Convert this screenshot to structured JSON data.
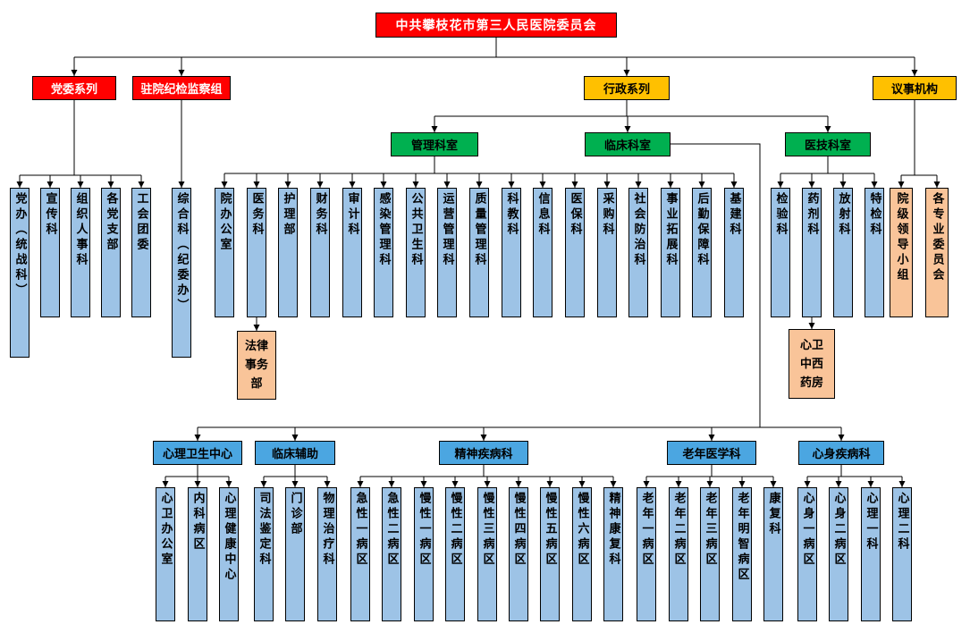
{
  "title": "中共攀枝花市第三人民医院委员会",
  "branches": {
    "party": {
      "label": "党委系列"
    },
    "discipline": {
      "label": "驻院纪检监察组"
    },
    "admin": {
      "label": "行政系列"
    },
    "council": {
      "label": "议事机构"
    }
  },
  "admin_sections": {
    "management": {
      "label": "管理科室"
    },
    "clinical": {
      "label": "临床科室"
    },
    "medtech": {
      "label": "医技科室"
    }
  },
  "party_depts": [
    "党办（统战科）",
    "宣传科",
    "组织人事科",
    "各党支部",
    "工会团委"
  ],
  "discipline_dept": "综合科（纪委办）",
  "management_depts": [
    "院办公室",
    "医务科",
    "护理部",
    "财务科",
    "审计科",
    "感染管理科",
    "公共卫生科",
    "运营管理科",
    "质量管理科",
    "科教科",
    "信息科",
    "医保科",
    "采购科",
    "社会防治科",
    "事业拓展科",
    "后勤保障科",
    "基建科"
  ],
  "legal_office": "法律事务部",
  "medtech_depts": [
    "检验科",
    "药剂科",
    "放射科",
    "特检科"
  ],
  "pharmacy": "心卫中西药房",
  "council_groups": [
    "院级领导小组",
    "各专业委员会"
  ],
  "clinical_groups": [
    {
      "label": "心理卫生中心",
      "children": [
        "心卫办公室",
        "内科病区",
        "心理健康中心"
      ]
    },
    {
      "label": "临床辅助",
      "children": [
        "司法鉴定科",
        "门诊部",
        "物理治疗科"
      ]
    },
    {
      "label": "精神疾病科",
      "children": [
        "急性一病区",
        "急性二病区",
        "慢性一病区",
        "慢性二病区",
        "慢性三病区",
        "慢性四病区",
        "慢性五病区",
        "慢性六病区",
        "精神康复科"
      ]
    },
    {
      "label": "老年医学科",
      "children": [
        "老年一病区",
        "老年二病区",
        "老年三病区",
        "老年明智病区",
        "康复科"
      ]
    },
    {
      "label": "心身疾病科",
      "children": [
        "心身一病区",
        "心身二病区",
        "心理一科",
        "心理二科"
      ]
    }
  ],
  "colors": {
    "red": "#FF0000",
    "gold": "#FFC000",
    "green": "#00B050",
    "light_blue": "#9DC3E6",
    "header_blue": "#4BA6E1",
    "orange": "#F9C499",
    "line": "#000000"
  }
}
